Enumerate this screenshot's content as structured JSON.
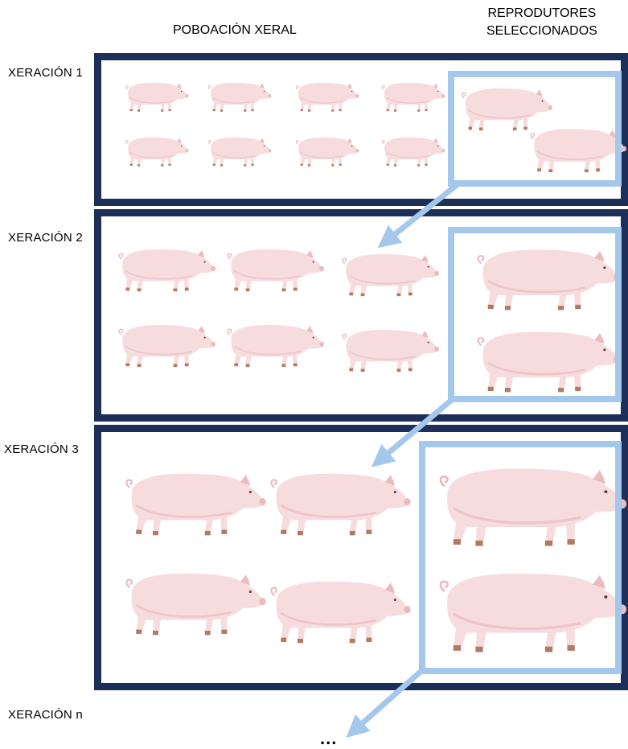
{
  "header": {
    "general_population": "POBOACIÓN XERAL",
    "selected_breeders_line1": "REPRODUTORES",
    "selected_breeders_line2": "SELECCIONADOS"
  },
  "generations": [
    {
      "label": "XERACIÓN 1",
      "population_pigs": 8,
      "selected_pigs": 2
    },
    {
      "label": "XERACIÓN 2",
      "population_pigs": 6,
      "selected_pigs": 2
    },
    {
      "label": "XERACIÓN 3",
      "population_pigs": 4,
      "selected_pigs": 2
    },
    {
      "label": "XERACIÓN n"
    }
  ],
  "continuation": "...",
  "colors": {
    "generation_border": "#1c2f58",
    "selection_border": "#a4c7ec",
    "arrow": "#a4c7ec",
    "pig_body": "#f7dcde",
    "pig_shade": "#e9bcc0",
    "pig_hoof": "#b07a63"
  },
  "icons": {
    "pig": "pig-icon",
    "arrow": "arrow-icon"
  }
}
